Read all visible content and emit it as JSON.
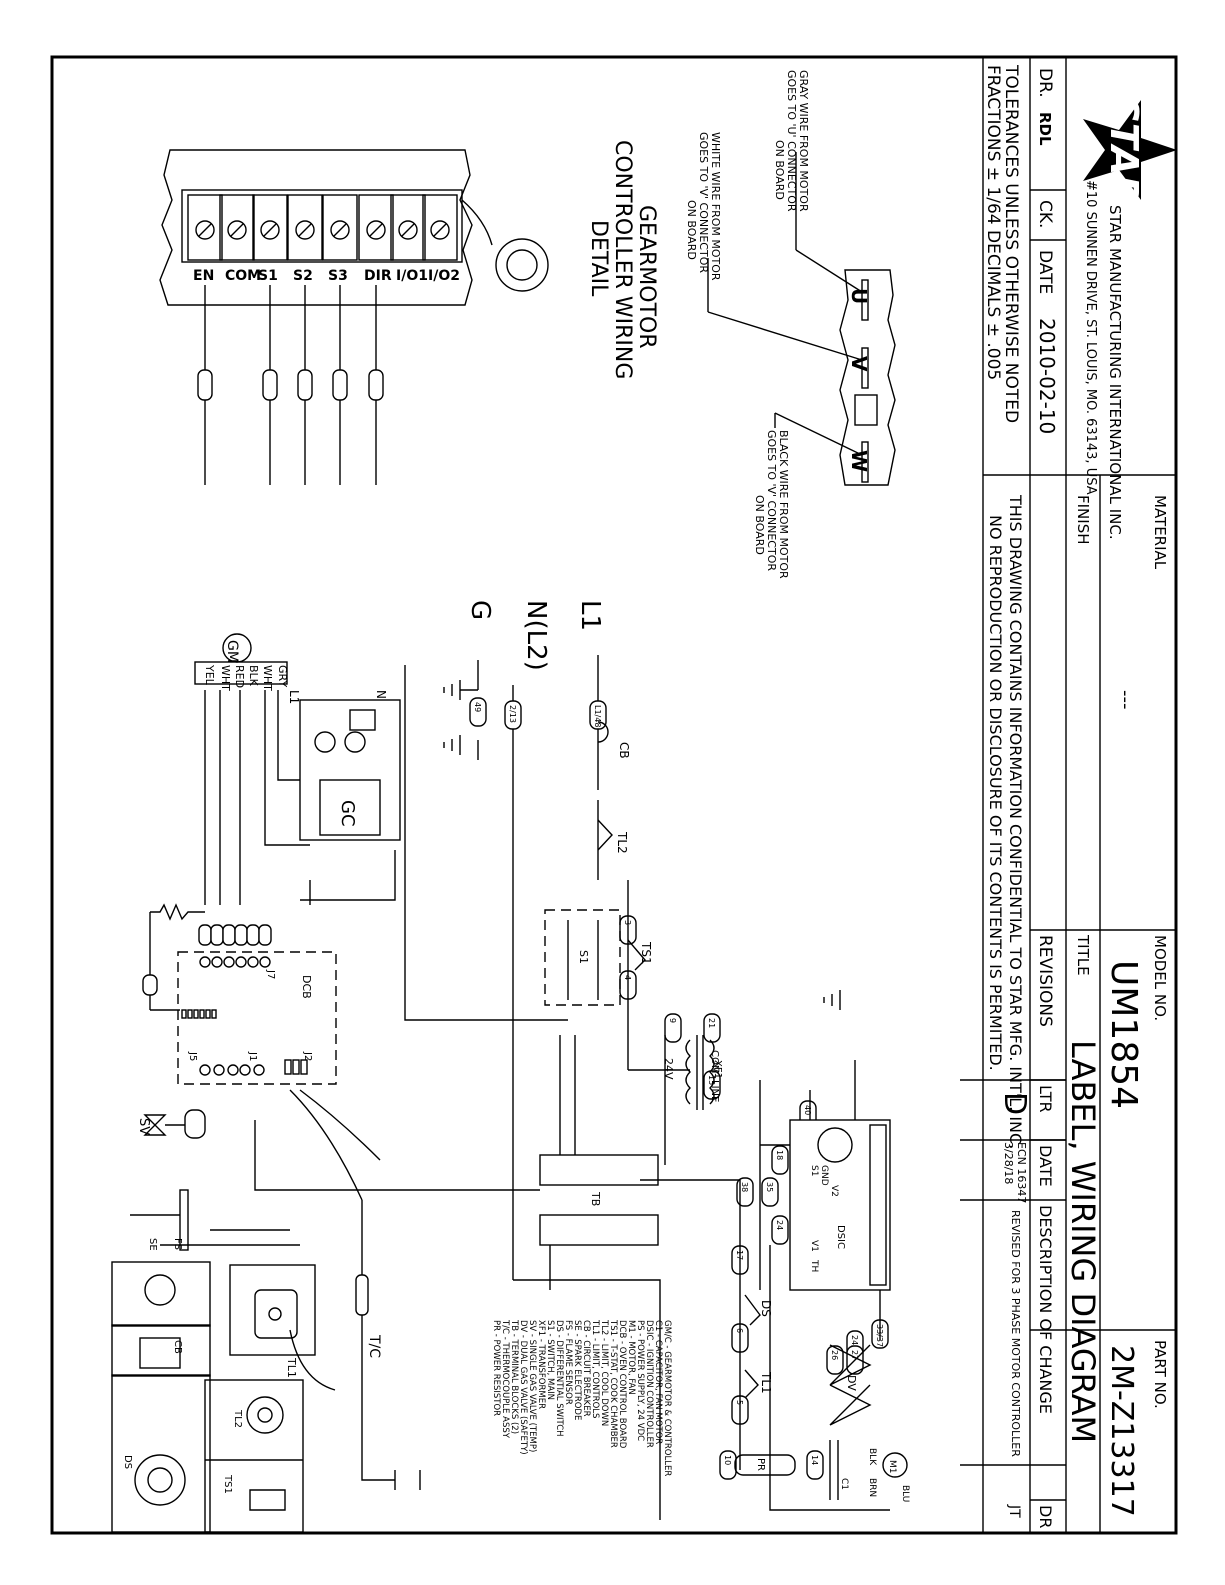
{
  "title_block": {
    "company": "STAR MANUFACTURING INTERNATIONAL INC.",
    "address": "#10 SUNNEN DRIVE, ST. LOUIS, MO. 63143, USA",
    "logo_text": "STAR",
    "dr_label": "DR.",
    "dr_value": "RDL",
    "ck_label": "CK.",
    "date_label": "DATE",
    "date_value": "2010-02-10",
    "material_label": "MATERIAL",
    "material_value": "---",
    "finish_label": "FINISH",
    "model_label": "MODEL NO.",
    "model_value": "UM1854",
    "part_label": "PART NO.",
    "part_value": "2M-Z13317",
    "title_label": "TITLE",
    "title_value": "LABEL, WIRING DIAGRAM",
    "revisions_label": "REVISIONS",
    "rev_headers": [
      "LTR",
      "DATE",
      "DESCRIPTION OF CHANGE",
      "DR"
    ],
    "rev_ltr": "D",
    "rev_date_line1": "ECN 16347",
    "rev_date_line2": "3/28/18",
    "rev_desc": "REVISED FOR 3 PHASE MOTOR CONTROLLER",
    "rev_dr": "JT",
    "tolerance_line1": "TOLERANCES UNLESS OTHERWISE NOTED",
    "tolerance_line2": "FRACTIONS ± 1/64   DECIMALS ± .005",
    "confidential_line1": "THIS DRAWING CONTAINS INFORMATION CONFIDENTIAL TO STAR MFG. INT'L. INC.",
    "confidential_line2": "NO REPRODUCTION OR DISCLOSURE OF ITS CONTENTS IS PERMITED."
  },
  "gearmotor_detail": {
    "title_line1": "GEARMOTOR",
    "title_line2": "CONTROLLER WIRING",
    "title_line3": "DETAIL",
    "terminals": [
      "EN",
      "COM",
      "S1",
      "S2",
      "S3",
      "DIR",
      "I/O1",
      "I/O2"
    ],
    "gray_note_line1": "GRAY WIRE FROM MOTOR",
    "gray_note_line2": "GOES TO 'U' CONNECTOR",
    "gray_note_line3": "ON BOARD",
    "white_note_line1": "WHITE WIRE FROM MOTOR",
    "white_note_line2": "GOES TO 'V' CONNECTOR",
    "white_note_line3": "ON BOARD",
    "black_note_line1": "BLACK WIRE FROM MOTOR",
    "black_note_line2": "GOES TO 'V' CONNECTOR",
    "black_note_line3": "ON BOARD",
    "connectors": [
      "U",
      "V",
      "W"
    ]
  },
  "schematic": {
    "supply": [
      "L1",
      "N(L2)",
      "G"
    ],
    "gm_label": "GM",
    "gm_wires": [
      "GRY",
      "WHT",
      "BLK",
      "RED",
      "WHT",
      "YEL"
    ],
    "gc_label": "GC",
    "board_l1": "L1",
    "board_n": "N",
    "cb_label": "CB",
    "tl2_label": "TL2",
    "ts1_label": "TS1",
    "dcb_label": "DCB",
    "xf1_label": "XF1",
    "xf1_24v": "24V",
    "xf1_line": "LINE",
    "xf1_com": "COM",
    "tb_label": "TB",
    "dsic_label": "DSIC",
    "dsic_terms": [
      "S1",
      "GND",
      "V2",
      "V1",
      "TH"
    ],
    "ds_label": "DS",
    "tl1_label": "TL1",
    "dv_label": "DV",
    "pr_label": "PR",
    "m1_label": "M1",
    "blu_label": "BLU",
    "blk_label": "BLK",
    "brn_label": "BRN",
    "c1_label": "C1",
    "sv_label": "SV",
    "tc_label": "T/C",
    "se_label": "SE",
    "fs_label": "FS",
    "j_labels": [
      "J7",
      "J5",
      "J1",
      "J2"
    ],
    "wire_numbers": [
      "L1/48",
      "49",
      "2/13",
      "3",
      "4",
      "9",
      "21",
      "15",
      "17",
      "24",
      "40",
      "18",
      "38",
      "35",
      "33/37",
      "24/28",
      "26",
      "27",
      "5",
      "6",
      "10",
      "14"
    ]
  },
  "legend": [
    "GM/C - GEARMOTOR & CONTROLLER",
    "C1 - CAPACITOR, FAN MOTOR",
    "DSIC - IGNITION CONTROLLER",
    "PS - POWER SUPPLY, 24 VDC",
    "M1 - MOTOR, FAN",
    "DCB - OVEN CONTROL BOARD",
    "TS1 - T-STAT, COOK CHAMBER",
    "TL2 - LIMIT, COOL DOWN",
    "TL1 - LIMIT, CONTROLS",
    "CB - CIRCUIT BREAKER",
    "SE - SPARK ELECTRODE",
    "FS - FLAME SENSOR",
    "DS - DIFFERENTIAL SWITCH",
    "S1 - SWITCH, MAIN",
    "XF1 - TRANSFORMER",
    "SV - SINGLE GAS VALVE (TEMP)",
    "DV - DUAL GAS VALVE (SAFETY)",
    "TB - TERMINAL BLOCKS (2)",
    "T/C - THERMOCOUPLE ASSY",
    "PR - POWER RESISTOR"
  ],
  "component_labels": [
    "CB",
    "TL2",
    "TL1",
    "DS",
    "TS1",
    "SE",
    "FS"
  ]
}
